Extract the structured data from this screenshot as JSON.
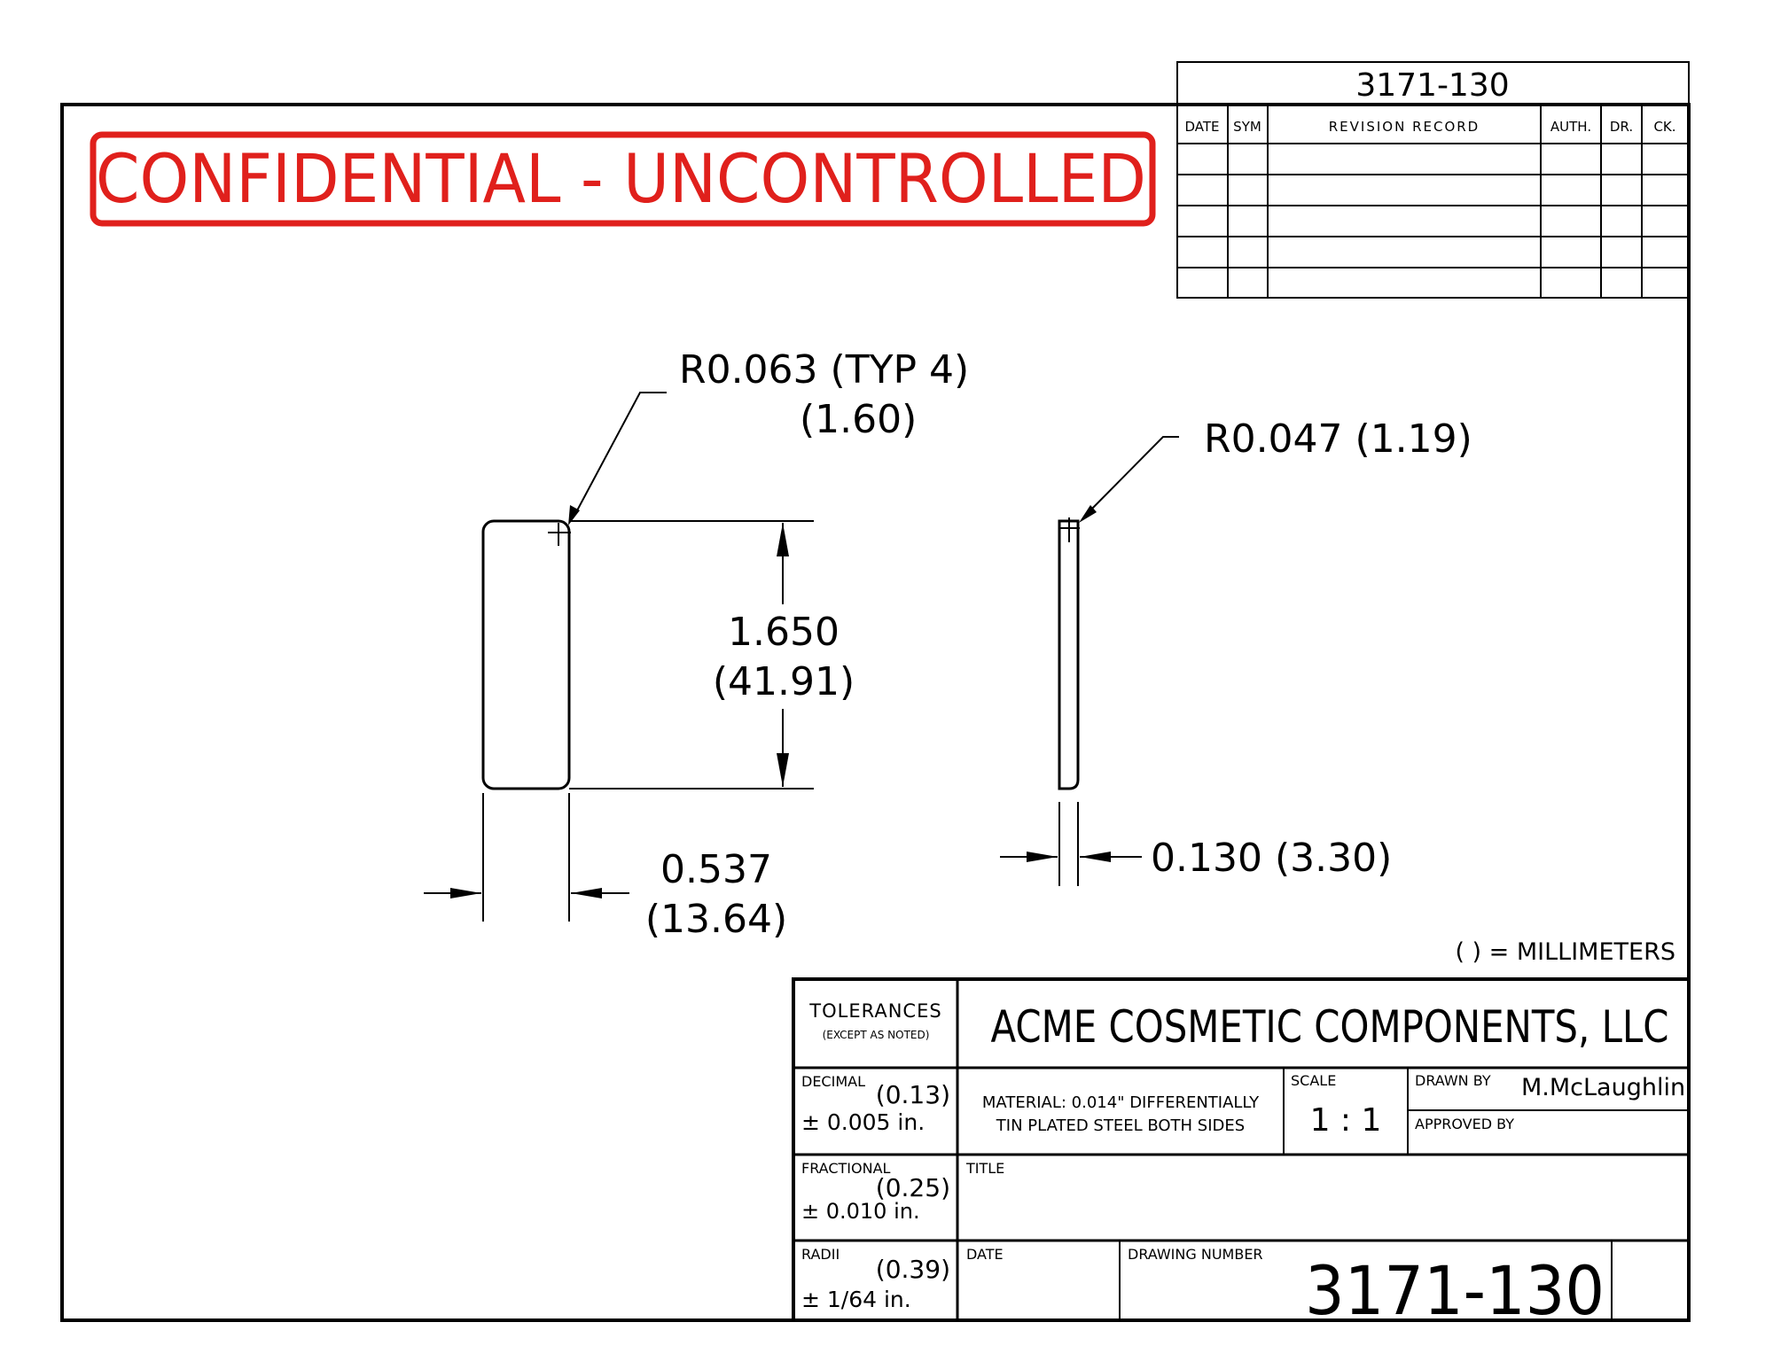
{
  "drawing_number_top": "3171-130",
  "confidential_banner": "CONFIDENTIAL - UNCONTROLLED",
  "accent_color": "#e0201c",
  "revision_table": {
    "headers": [
      "DATE",
      "SYM",
      "REVISION RECORD",
      "AUTH.",
      "DR.",
      "CK."
    ],
    "row_count": 5
  },
  "dimensions": {
    "corner_radius": "R0.063 (TYP 4)",
    "corner_radius_mm": "(1.60)",
    "edge_radius": "R0.047 (1.19)",
    "height": "1.650",
    "height_mm": "(41.91)",
    "width": "0.537",
    "width_mm": "(13.64)",
    "thickness": "0.130 (3.30)"
  },
  "units_note": "( ) = MILLIMETERS",
  "title_block": {
    "tolerances_label": "TOLERANCES",
    "tolerances_sub": "(EXCEPT AS NOTED)",
    "company": "ACME COSMETIC COMPONENTS, LLC",
    "decimal_label": "DECIMAL",
    "decimal_mm": "(0.13)",
    "decimal_value": "± 0.005 in.",
    "fractional_label": "FRACTIONAL",
    "fractional_mm": "(0.25)",
    "fractional_value": "± 0.010 in.",
    "radii_label": "RADII",
    "radii_mm": "(0.39)",
    "radii_value": "± 1/64 in.",
    "material_line1": "MATERIAL: 0.014\" DIFFERENTIALLY",
    "material_line2": "TIN PLATED STEEL BOTH SIDES",
    "scale_label": "SCALE",
    "scale_value": "1 : 1",
    "drawn_by_label": "DRAWN BY",
    "drawn_by_value": "M.McLaughlin",
    "approved_by_label": "APPROVED BY",
    "title_label": "TITLE",
    "date_label": "DATE",
    "drawing_number_label": "DRAWING NUMBER",
    "drawing_number": "3171-130"
  }
}
